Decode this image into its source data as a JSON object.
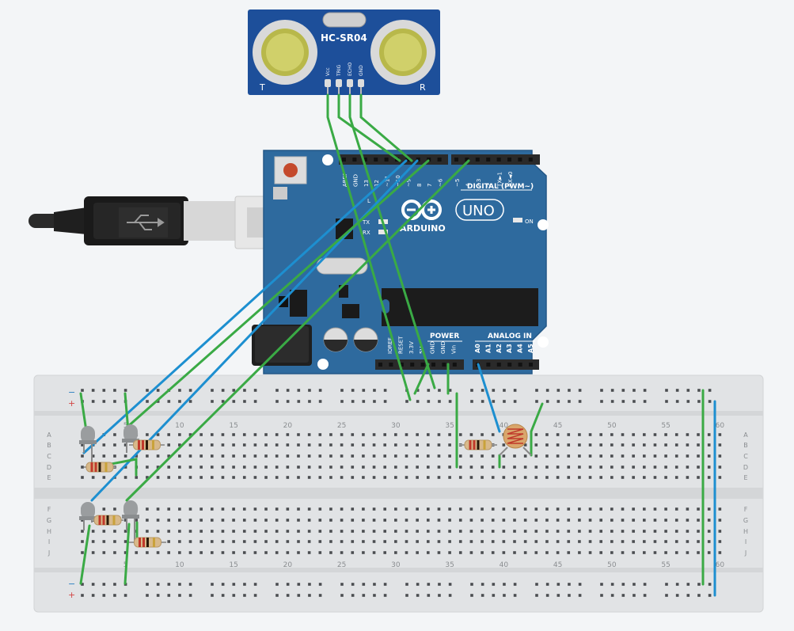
{
  "sensor": {
    "model": "HC-SR04",
    "pins": [
      "Vcc",
      "TRIG",
      "ECHO",
      "GND"
    ],
    "left_letter": "T",
    "right_letter": "R"
  },
  "arduino": {
    "brand": "ARDUINO",
    "model": "UNO",
    "digital_header_label": "DIGITAL (PWM~)",
    "digital_pins": [
      "AREF",
      "GND",
      "13",
      "12",
      "~11",
      "~10",
      "~9",
      "8",
      "7",
      "~6",
      "~5",
      "4",
      "~3",
      "2",
      "TX►1",
      "RX◄0"
    ],
    "power_label": "POWER",
    "power_pins": [
      "IOREF",
      "RESET",
      "3.3V",
      "5V",
      "GND",
      "GND",
      "Vin"
    ],
    "analog_label": "ANALOG IN",
    "analog_pins": [
      "A0",
      "A1",
      "A2",
      "A3",
      "A4",
      "A5"
    ],
    "led_labels": [
      "L",
      "TX",
      "RX",
      "ON"
    ]
  },
  "breadboard": {
    "column_numbers": [
      "5",
      "10",
      "15",
      "20",
      "25",
      "30",
      "35",
      "40",
      "45",
      "50",
      "55",
      "60"
    ],
    "rows_top": [
      "A",
      "B",
      "C",
      "D",
      "E"
    ],
    "rows_bottom": [
      "F",
      "G",
      "H",
      "I",
      "J"
    ],
    "rail_minus": "−",
    "rail_plus": "+"
  },
  "colors": {
    "wire_green": "#3aaa45",
    "wire_blue": "#1d8fd0",
    "board_blue": "#2e6a9e",
    "breadboard": "#e1e3e5"
  }
}
